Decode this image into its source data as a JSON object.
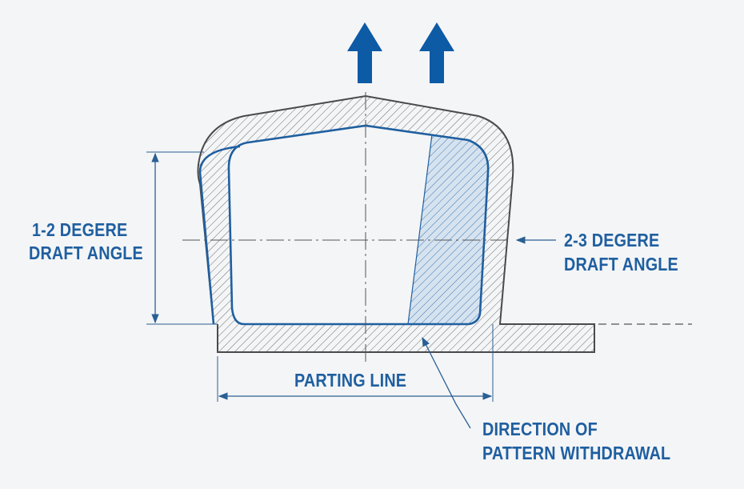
{
  "labels": {
    "left_draft": [
      "1-2 DEGERE",
      "DRAFT ANGLE"
    ],
    "right_draft": [
      "2-3 DEGERE",
      "DRAFT ANGLE"
    ],
    "parting_line": "PARTING LINE",
    "withdrawal": [
      "DIRECTION OF",
      "PATTERN WITHDRAWAL"
    ]
  },
  "colors": {
    "outline": "#4a4a4a",
    "pattern": "#1f5fa0",
    "arrow": "#0d5aa5",
    "label": "#1f5fa0",
    "hatch_gray": "#6d6d6d",
    "hatch_blue": "#3b78b7",
    "dimension": "#2a5f94",
    "blue_fill": "#d6e3ef"
  },
  "icons": {
    "withdrawal_arrows": "arrow-up-icon"
  }
}
